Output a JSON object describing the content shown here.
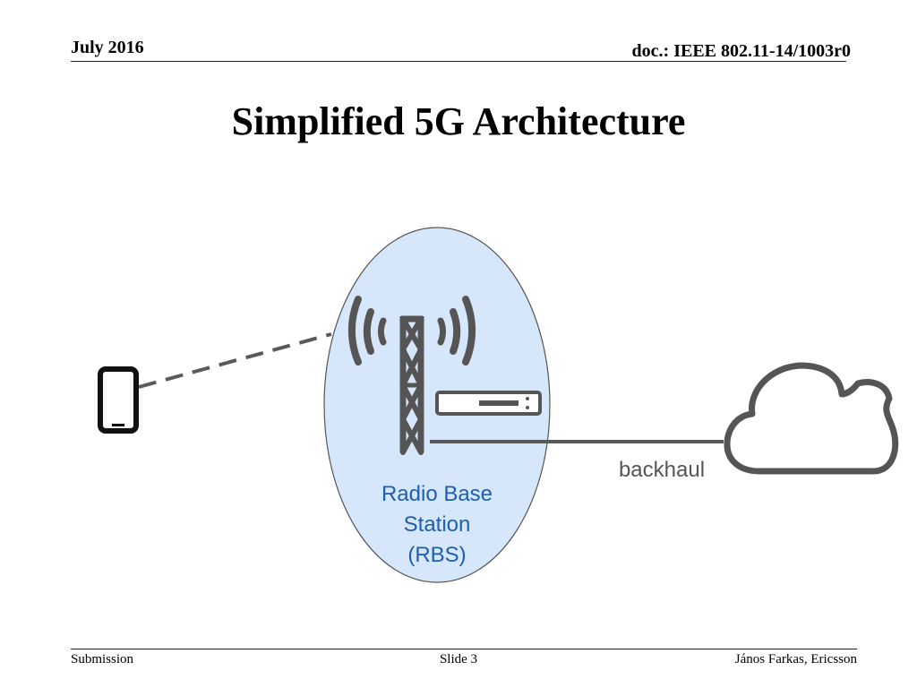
{
  "header": {
    "date": "July 2016",
    "doc_id": "doc.: IEEE 802.11-14/1003r0"
  },
  "slide": {
    "title": "Simplified 5G Architecture"
  },
  "diagram": {
    "rbs_label_lines": [
      "Radio Base",
      "Station",
      "(RBS)"
    ],
    "backhaul_label": "backhaul",
    "icons": [
      "phone-icon",
      "antenna-tower-icon",
      "radio-unit-icon",
      "cloud-icon"
    ],
    "colors": {
      "rbs_fill": "#d6e6fb",
      "rbs_label": "#1e5fb3",
      "link": "#5a5a5a",
      "icon": "#555555"
    }
  },
  "footer": {
    "left": "Submission",
    "center": "Slide 3",
    "right": "János Farkas, Ericsson"
  }
}
